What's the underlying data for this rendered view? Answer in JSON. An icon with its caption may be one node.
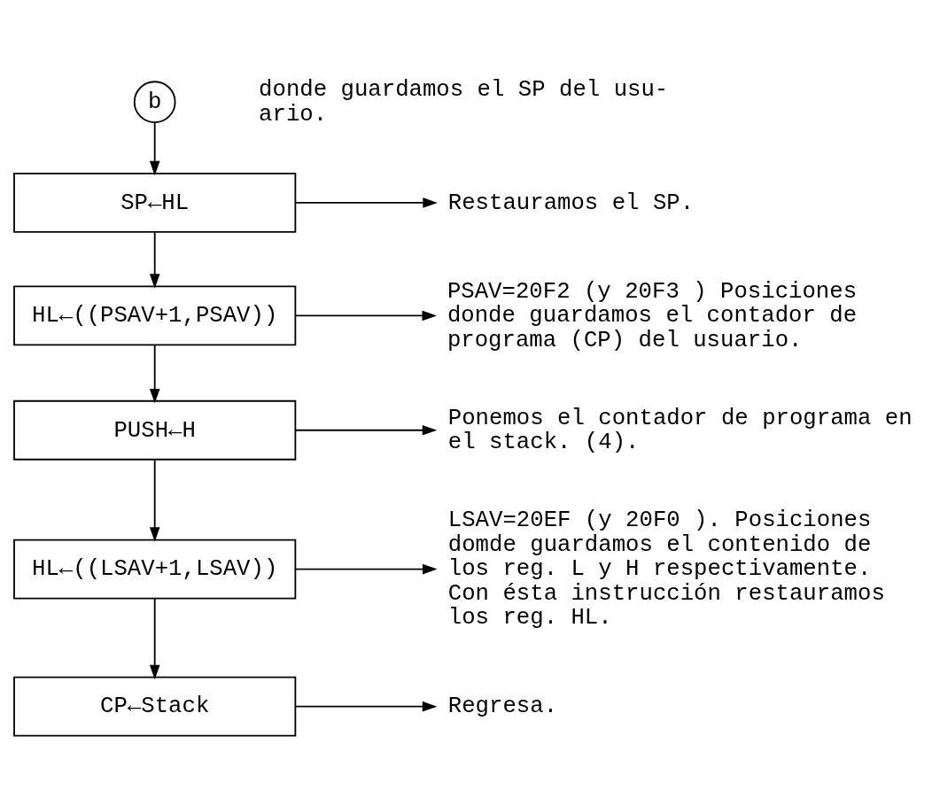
{
  "diagram": {
    "nodes": [
      {
        "text": [
          "b"
        ]
      },
      {
        "text": [
          "SP←HL"
        ]
      },
      {
        "text": [
          "Restauramos el SP."
        ]
      },
      {
        "text": [
          "HL←((PSAV+1,PSAV))"
        ]
      },
      {
        "text": [
          "PSAV=20F2 (y 20F3 ) Posiciones donde guardamos el contador de programa (CP) del usuario."
        ]
      },
      {
        "text": [
          "PUSH←H"
        ]
      },
      {
        "text": [
          "Ponemos el contador de programa en el stack. (4)."
        ]
      },
      {
        "text": [
          "HL←((LSAV+1,LSAV))"
        ]
      },
      {
        "text": [
          "LSAV=20EF (y 20F0 ). Posiciones domde guardamos el contenido de los reg. L y H respectivamente. Con ésta instrucción restauramos los reg. HL."
        ]
      },
      {
        "text": [
          "CP←Stack"
        ]
      },
      {
        "text": [
          "Regresa."
        ]
      }
    ],
    "edges": [
      {
        "from": 0,
        "to": 1,
        "arrow": "to"
      },
      {
        "from": 1,
        "to": 2,
        "arrow": "to"
      },
      {
        "from": 1,
        "to": 3,
        "arrow": "to"
      },
      {
        "from": 3,
        "to": 4,
        "arrow": "to"
      },
      {
        "from": 3,
        "to": 5,
        "arrow": "to"
      },
      {
        "from": 5,
        "to": 6,
        "arrow": "to"
      },
      {
        "from": 5,
        "to": 7,
        "arrow": "to"
      },
      {
        "from": 7,
        "to": 8,
        "arrow": "to"
      },
      {
        "from": 7,
        "to": 9,
        "arrow": "to"
      },
      {
        "from": 9,
        "to": 10,
        "arrow": "to"
      }
    ],
    "labels": [
      "donde guardamos el SP del usu- ario."
    ]
  }
}
